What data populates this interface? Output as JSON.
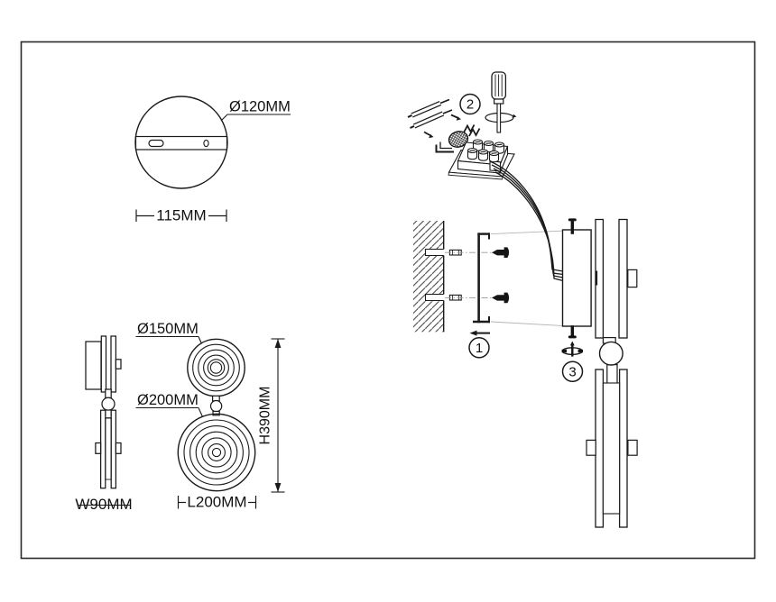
{
  "page": {
    "background": "#ffffff",
    "border_color": "#2a2a2a",
    "ink_color": "#1a1a1a",
    "faint_color": "#b3b3b3"
  },
  "views": {
    "canopy_top": {
      "diameter_label": "Ø120MM",
      "width_label": "115MM"
    },
    "side": {
      "depth_label": "W90MM"
    },
    "front": {
      "small_disc_label": "Ø150MM",
      "large_disc_label": "Ø200MM",
      "height_label": "H390MM",
      "length_label": "L200MM"
    },
    "assembly": {
      "steps": [
        {
          "label": "1"
        },
        {
          "label": "2"
        },
        {
          "label": "3"
        }
      ]
    }
  }
}
